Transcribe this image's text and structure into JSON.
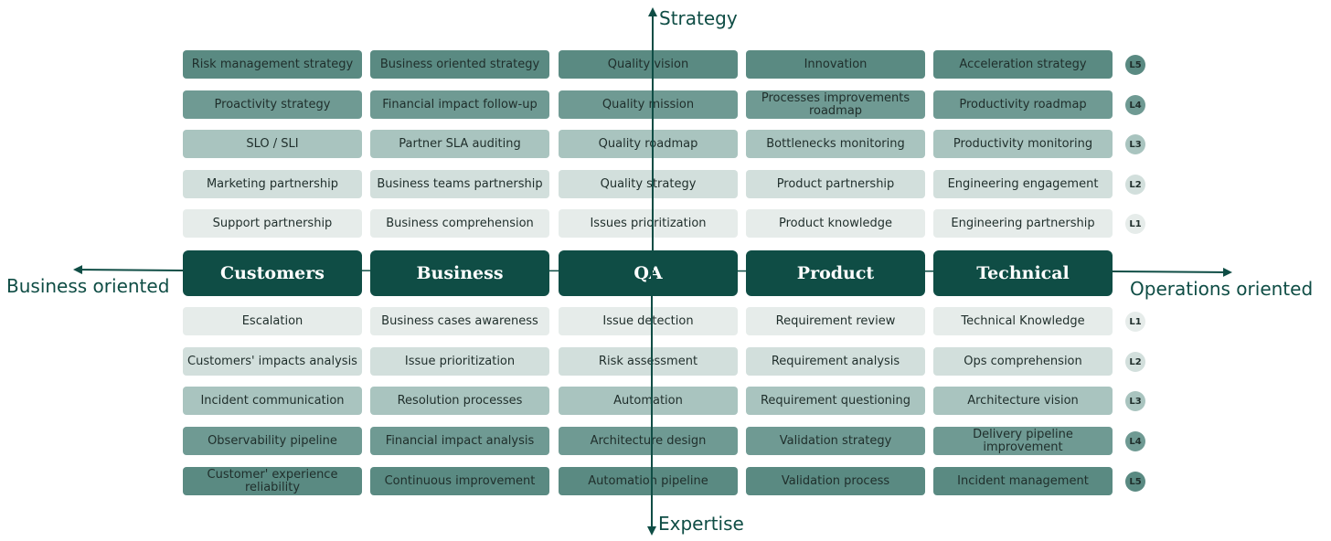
{
  "axes": {
    "top": "Strategy",
    "bottom": "Expertise",
    "left": "Business oriented",
    "right": "Operations oriented",
    "color": "#0f4d45"
  },
  "columns": [
    "Customers",
    "Business",
    "QA",
    "Product",
    "Technical"
  ],
  "strategy": [
    {
      "level": "L5",
      "cells": [
        "Risk management strategy",
        "Business oriented strategy",
        "Quality vision",
        "Innovation",
        "Acceleration strategy"
      ]
    },
    {
      "level": "L4",
      "cells": [
        "Proactivity strategy",
        "Financial impact follow-up",
        "Quality mission",
        "Processes improvements roadmap",
        "Productivity roadmap"
      ]
    },
    {
      "level": "L3",
      "cells": [
        "SLO / SLI",
        "Partner SLA auditing",
        "Quality roadmap",
        "Bottlenecks monitoring",
        "Productivity monitoring"
      ]
    },
    {
      "level": "L2",
      "cells": [
        "Marketing partnership",
        "Business teams partnership",
        "Quality strategy",
        "Product partnership",
        "Engineering engagement"
      ]
    },
    {
      "level": "L1",
      "cells": [
        "Support partnership",
        "Business comprehension",
        "Issues prioritization",
        "Product knowledge",
        "Engineering partnership"
      ]
    }
  ],
  "expertise": [
    {
      "level": "L1",
      "cells": [
        "Escalation",
        "Business cases awareness",
        "Issue detection",
        "Requirement review",
        "Technical Knowledge"
      ]
    },
    {
      "level": "L2",
      "cells": [
        "Customers' impacts analysis",
        "Issue prioritization",
        "Risk assessment",
        "Requirement analysis",
        "Ops comprehension"
      ]
    },
    {
      "level": "L3",
      "cells": [
        "Incident communication",
        "Resolution processes",
        "Automation",
        "Requirement questioning",
        "Architecture vision"
      ]
    },
    {
      "level": "L4",
      "cells": [
        "Observability pipeline",
        "Financial impact analysis",
        "Architecture design",
        "Validation strategy",
        "Delivery pipeline improvement"
      ]
    },
    {
      "level": "L5",
      "cells": [
        "Customer' experience reliability",
        "Continuous improvement",
        "Automation pipeline",
        "Validation process",
        "Incident management"
      ]
    }
  ]
}
